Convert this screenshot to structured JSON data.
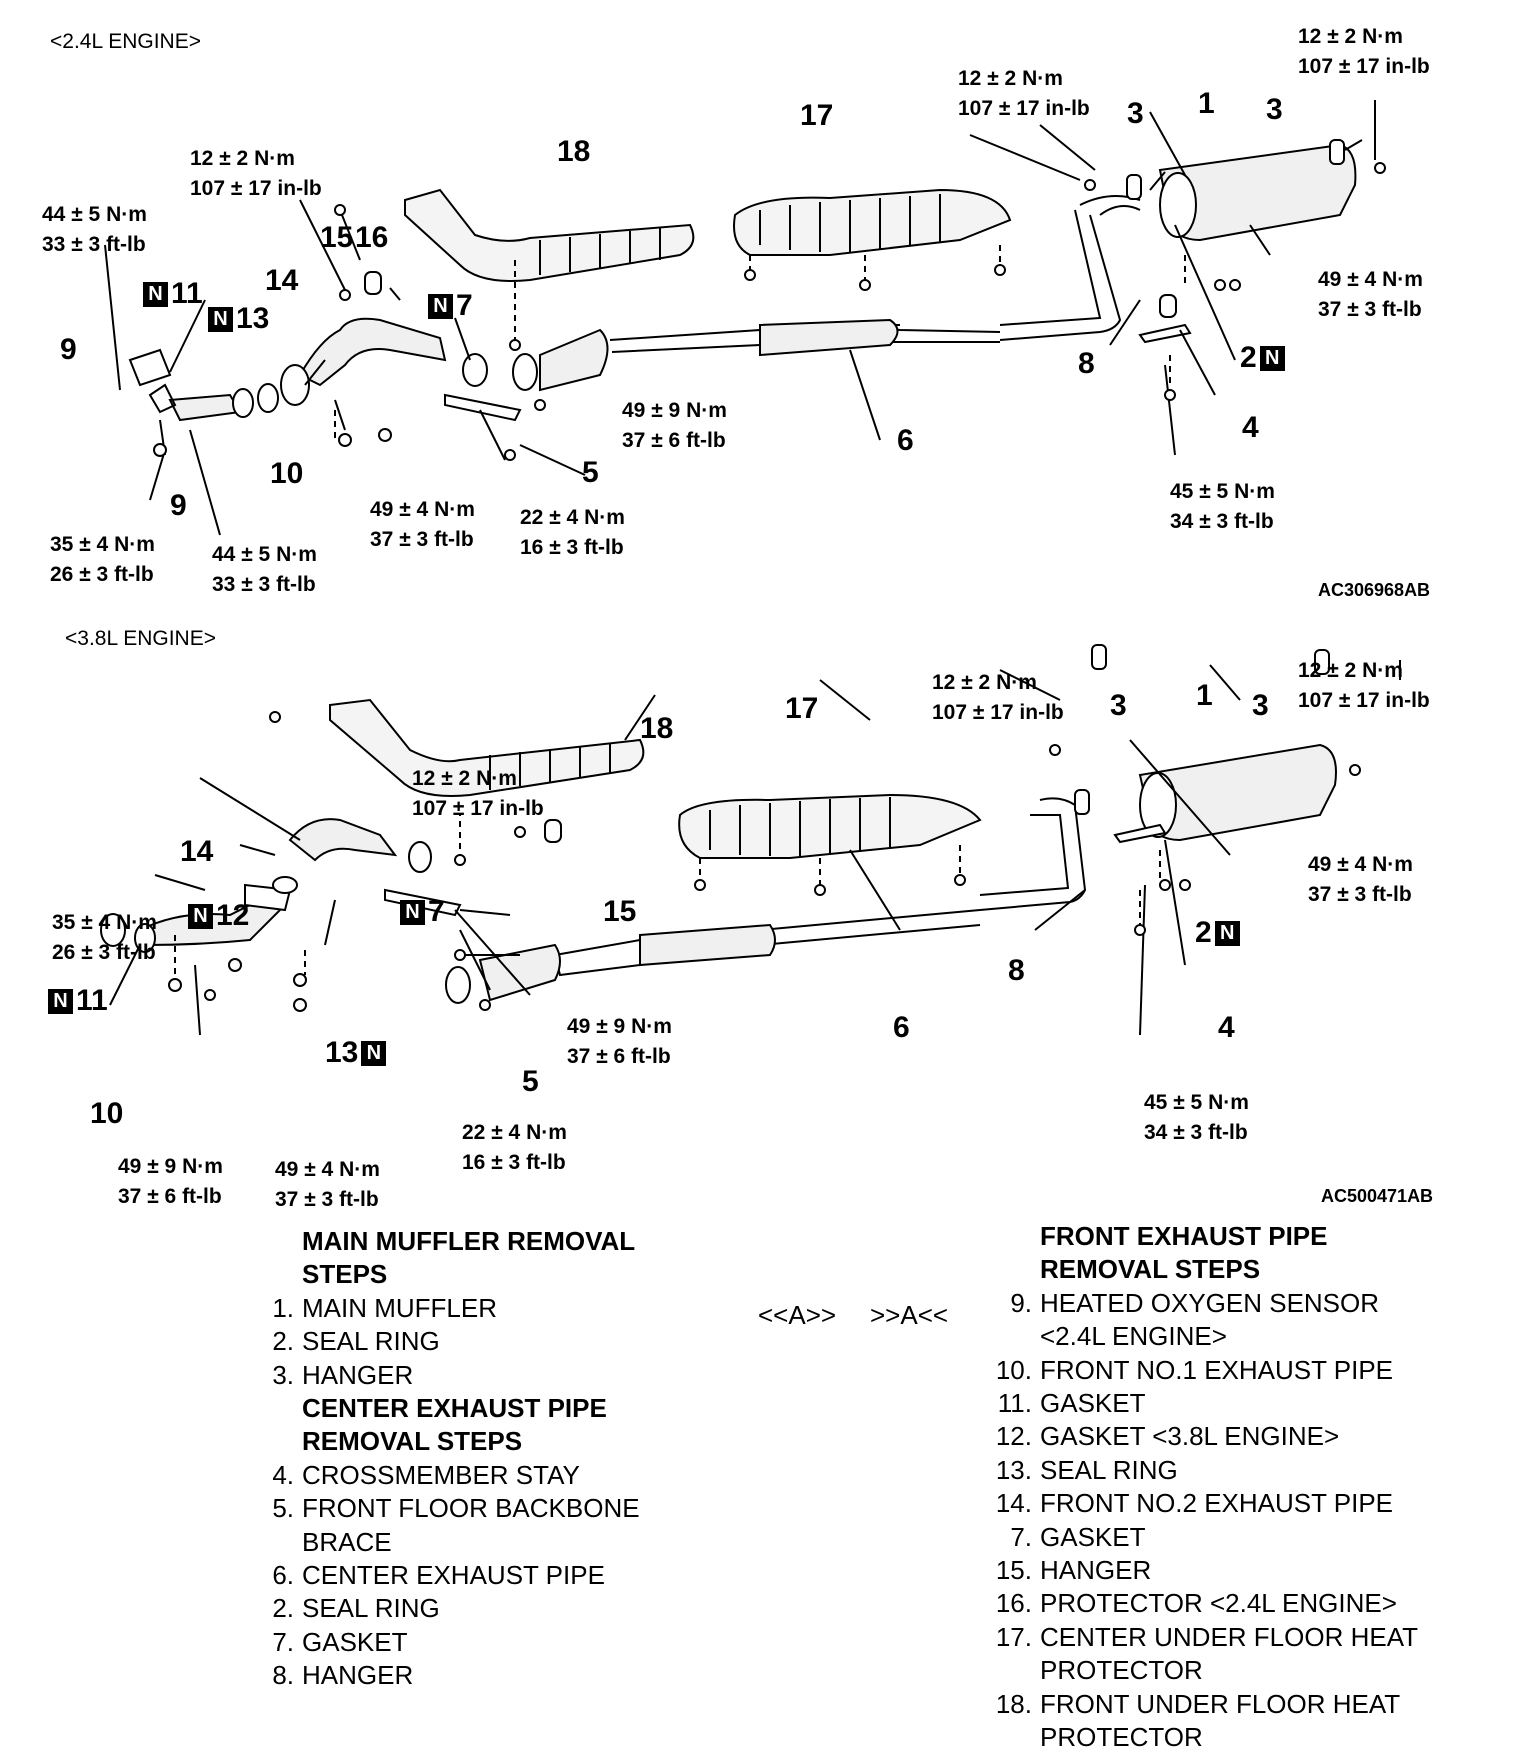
{
  "diagram_24": {
    "engine_label": "<2.4L ENGINE>",
    "figure_code": "AC306968AB",
    "torques": [
      {
        "id": "t1",
        "line1": "12 ± 2 N·m",
        "line2": "107 ± 17 in-lb"
      },
      {
        "id": "t2",
        "line1": "12 ± 2 N·m",
        "line2": "107 ± 17 in-lb"
      },
      {
        "id": "t3",
        "line1": "12 ± 2 N·m",
        "line2": "107 ± 17 in-lb"
      },
      {
        "id": "t4",
        "line1": "44 ± 5 N·m",
        "line2": "33 ± 3 ft-lb"
      },
      {
        "id": "t5",
        "line1": "49 ± 4 N·m",
        "line2": "37 ± 3 ft-lb"
      },
      {
        "id": "t6",
        "line1": "49 ± 9 N·m",
        "line2": "37 ± 6 ft-lb"
      },
      {
        "id": "t7",
        "line1": "49 ± 4 N·m",
        "line2": "37 ± 3 ft-lb"
      },
      {
        "id": "t8",
        "line1": "22 ± 4 N·m",
        "line2": "16 ± 3 ft-lb"
      },
      {
        "id": "t9",
        "line1": "35 ± 4 N·m",
        "line2": "26 ± 3 ft-lb"
      },
      {
        "id": "t10",
        "line1": "44 ± 5 N·m",
        "line2": "33 ± 3 ft-lb"
      },
      {
        "id": "t11",
        "line1": "45 ± 5 N·m",
        "line2": "34 ± 3 ft-lb"
      }
    ],
    "callouts": [
      {
        "id": "c17",
        "text": "17"
      },
      {
        "id": "c18",
        "text": "18"
      },
      {
        "id": "c3a",
        "text": "3"
      },
      {
        "id": "c1",
        "text": "1"
      },
      {
        "id": "c3b",
        "text": "3"
      },
      {
        "id": "c15",
        "text": "15"
      },
      {
        "id": "c16",
        "text": "16"
      },
      {
        "id": "c14",
        "text": "14"
      },
      {
        "id": "c11",
        "text": "11"
      },
      {
        "id": "c13",
        "text": "13"
      },
      {
        "id": "c7",
        "text": "7"
      },
      {
        "id": "c9a",
        "text": "9"
      },
      {
        "id": "c10",
        "text": "10"
      },
      {
        "id": "c9b",
        "text": "9"
      },
      {
        "id": "c5",
        "text": "5"
      },
      {
        "id": "c6",
        "text": "6"
      },
      {
        "id": "c8",
        "text": "8"
      },
      {
        "id": "c2",
        "text": "2"
      },
      {
        "id": "c4",
        "text": "4"
      }
    ],
    "new_part_marker": "N"
  },
  "diagram_38": {
    "engine_label": "<3.8L ENGINE>",
    "figure_code": "AC500471AB",
    "torques": [
      {
        "id": "t1",
        "line1": "12 ± 2 N·m",
        "line2": "107 ± 17 in-lb"
      },
      {
        "id": "t2",
        "line1": "12 ± 2 N·m",
        "line2": "107 ± 17 in-lb"
      },
      {
        "id": "t3",
        "line1": "12 ± 2 N·m",
        "line2": "107 ± 17 in-lb"
      },
      {
        "id": "t4",
        "line1": "49 ± 4 N·m",
        "line2": "37 ± 3 ft-lb"
      },
      {
        "id": "t5",
        "line1": "35 ± 4 N·m",
        "line2": "26 ± 3 ft-lb"
      },
      {
        "id": "t6",
        "line1": "49 ± 9 N·m",
        "line2": "37 ± 6 ft-lb"
      },
      {
        "id": "t7",
        "line1": "45 ± 5 N·m",
        "line2": "34 ± 3 ft-lb"
      },
      {
        "id": "t8",
        "line1": "22 ± 4 N·m",
        "line2": "16 ± 3 ft-lb"
      },
      {
        "id": "t9",
        "line1": "49 ± 9 N·m",
        "line2": "37 ± 6 ft-lb"
      },
      {
        "id": "t10",
        "line1": "49 ± 4 N·m",
        "line2": "37 ± 3 ft-lb"
      }
    ],
    "callouts": [
      {
        "id": "c17",
        "text": "17"
      },
      {
        "id": "c18",
        "text": "18"
      },
      {
        "id": "c3a",
        "text": "3"
      },
      {
        "id": "c1",
        "text": "1"
      },
      {
        "id": "c3b",
        "text": "3"
      },
      {
        "id": "c14",
        "text": "14"
      },
      {
        "id": "c12",
        "text": "12"
      },
      {
        "id": "c7",
        "text": "7"
      },
      {
        "id": "c15",
        "text": "15"
      },
      {
        "id": "c11",
        "text": "11"
      },
      {
        "id": "c13",
        "text": "13"
      },
      {
        "id": "c10",
        "text": "10"
      },
      {
        "id": "c5",
        "text": "5"
      },
      {
        "id": "c6",
        "text": "6"
      },
      {
        "id": "c8",
        "text": "8"
      },
      {
        "id": "c2",
        "text": "2"
      },
      {
        "id": "c4",
        "text": "4"
      }
    ]
  },
  "steps_left": {
    "heading_main": "MAIN MUFFLER REMOVAL STEPS",
    "items_main": [
      {
        "num": "1.",
        "text": "MAIN MUFFLER"
      },
      {
        "num": "2.",
        "text": "SEAL RING"
      },
      {
        "num": "3.",
        "text": "HANGER"
      }
    ],
    "heading_center": "CENTER EXHAUST PIPE REMOVAL STEPS",
    "items_center": [
      {
        "num": "4.",
        "text": "CROSSMEMBER STAY"
      },
      {
        "num": "5.",
        "text": "FRONT FLOOR BACKBONE"
      },
      {
        "num": "",
        "text": "BRACE"
      },
      {
        "num": "6.",
        "text": "CENTER EXHAUST PIPE"
      },
      {
        "num": "2.",
        "text": "SEAL RING"
      },
      {
        "num": "7.",
        "text": "GASKET"
      },
      {
        "num": "8.",
        "text": "HANGER"
      }
    ]
  },
  "steps_right": {
    "heading": "FRONT EXHAUST PIPE REMOVAL STEPS",
    "mark_removal": "<<A>>",
    "mark_install": ">>A<<",
    "items": [
      {
        "num": "9.",
        "text": "HEATED OXYGEN SENSOR"
      },
      {
        "num": "",
        "text": "<2.4L ENGINE>"
      },
      {
        "num": "10.",
        "text": "FRONT NO.1 EXHAUST PIPE"
      },
      {
        "num": "11.",
        "text": "GASKET"
      },
      {
        "num": "12.",
        "text": "GASKET <3.8L ENGINE>"
      },
      {
        "num": "13.",
        "text": "SEAL RING"
      },
      {
        "num": "14.",
        "text": "FRONT NO.2 EXHAUST PIPE"
      },
      {
        "num": "7.",
        "text": "GASKET"
      },
      {
        "num": "15.",
        "text": "HANGER"
      },
      {
        "num": "16.",
        "text": "PROTECTOR <2.4L ENGINE>"
      },
      {
        "num": "17.",
        "text": "CENTER UNDER FLOOR HEAT"
      },
      {
        "num": "",
        "text": "PROTECTOR"
      },
      {
        "num": "18.",
        "text": "FRONT UNDER FLOOR HEAT"
      },
      {
        "num": "",
        "text": "PROTECTOR"
      }
    ]
  }
}
